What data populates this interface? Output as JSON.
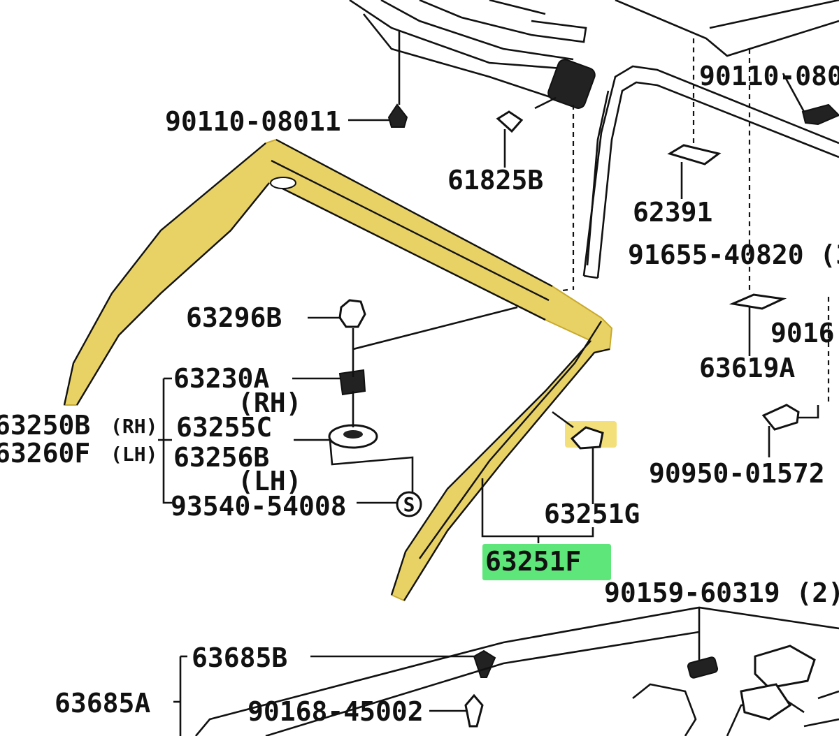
{
  "colors": {
    "molding_highlight": "#e8d266",
    "molding_edge": "#c8a92c",
    "small_part_highlight": "#f3e07a",
    "callout_highlight": "#5fe67a",
    "line": "#111111"
  },
  "labels": {
    "p_90110_08011_left": "90110-08011",
    "p_61825B": "61825B",
    "p_62391": "62391",
    "p_90110_080_right": "90110-080",
    "p_91655_40820": "91655-40820 (3",
    "p_9016_partial": "9016",
    "p_63619A": "63619A",
    "p_63296B": "63296B",
    "p_63230A": "63230A",
    "p_rh_1": "(RH)",
    "p_63250B": "63250B",
    "p_rh_small": "(RH)",
    "p_63260F": "63260F",
    "p_lh_small": "(LH)",
    "p_63255C": "63255C",
    "p_63256B": "63256B",
    "p_lh_1": "(LH)",
    "p_93540_54008": "93540-54008",
    "p_90950_01572": "90950-01572",
    "p_63251G": "63251G",
    "p_63251F": "63251F",
    "p_90159_60319": "90159-60319 (2)",
    "p_63685B": "63685B",
    "p_63685A": "63685A",
    "p_90168_45002": "90168-45002"
  },
  "icons": {
    "screw_symbol": "S"
  },
  "highlighted_part": "63251F"
}
